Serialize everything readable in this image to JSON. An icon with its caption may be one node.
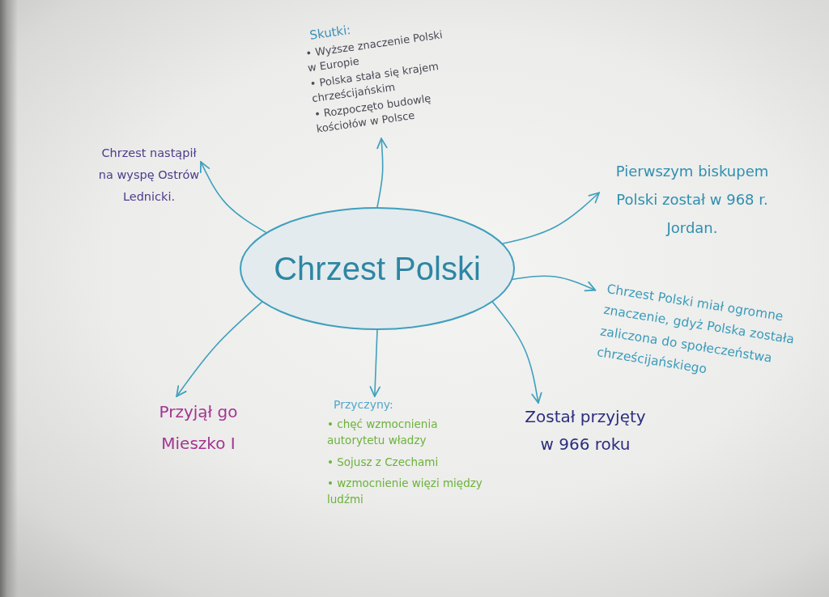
{
  "diagram": {
    "nodes": [
      {
        "text": [
          "Skutki:",
          "• Wyższe znaczenie Polski w Europie",
          "• Polska stała się krajem chrześcijańskim",
          "• Rozpoczęto budowlę kościołów w Polsce"
        ]
      },
      {
        "text": [
          "Chrzest nastąpił na wyspę Ostrów Lednicki."
        ]
      },
      {
        "text": [
          "Pierwszym biskupem Polski został w 968 r. Jordan."
        ]
      },
      {
        "text": [
          "Chrzest Polski"
        ]
      },
      {
        "text": [
          "Chrzest Polski miał ogromne znaczenie, gdyż Polska została zaliczona do społeczeństwa chrześcijańskiego"
        ]
      },
      {
        "text": [
          "Przyjął go Mieszko I"
        ]
      },
      {
        "text": [
          "Przyczyny:",
          "• chęć wzmocnienia autorytetu władzy",
          "• Sojusz z Czechami",
          "• wzmocnienie więzi między ludźmi"
        ]
      },
      {
        "text": [
          "Został przyjęty w 966 roku"
        ]
      }
    ],
    "edges": [
      {
        "from": 3,
        "to": 0,
        "arrow": "to"
      },
      {
        "from": 3,
        "to": 1,
        "arrow": "to"
      },
      {
        "from": 3,
        "to": 2,
        "arrow": "to"
      },
      {
        "from": 3,
        "to": 4,
        "arrow": "to"
      },
      {
        "from": 3,
        "to": 5,
        "arrow": "to"
      },
      {
        "from": 3,
        "to": 6,
        "arrow": "to"
      },
      {
        "from": 3,
        "to": 7,
        "arrow": "to"
      }
    ]
  }
}
